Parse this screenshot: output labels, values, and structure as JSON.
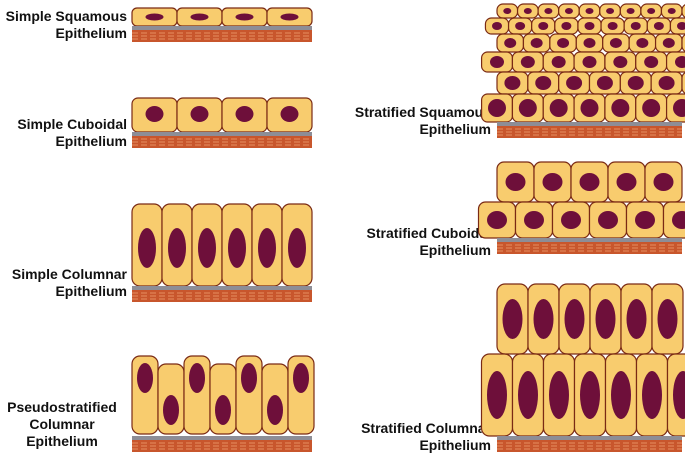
{
  "diagrams": [
    {
      "id": "simple-squamous",
      "lines": [
        "Simple Squamous",
        "Epithelium"
      ]
    },
    {
      "id": "simple-cuboidal",
      "lines": [
        "Simple Cuboidal",
        "Epithelium"
      ]
    },
    {
      "id": "simple-columnar",
      "lines": [
        "Simple Columnar",
        "Epithelium"
      ]
    },
    {
      "id": "pseudostratified-columnar",
      "lines": [
        "Pseudostratified",
        "Columnar",
        "Epithelium"
      ]
    },
    {
      "id": "stratified-squamous",
      "lines": [
        "Stratified Squamous",
        "Epithelium"
      ]
    },
    {
      "id": "stratified-cuboidal",
      "lines": [
        "Stratified Cuboidal",
        "Epithelium"
      ]
    },
    {
      "id": "stratified-columnar",
      "lines": [
        "Stratified Columnar",
        "Epithelium"
      ]
    }
  ],
  "colors": {
    "cell_fill": "#f8cc6e",
    "cell_light": "#fde3a0",
    "cell_outline": "#7a2a14",
    "nucleus": "#6e0f3a",
    "basement_membrane": "#8d8d96",
    "connective_tissue": "#c8562c",
    "connective_fibers": "#f0a070"
  }
}
